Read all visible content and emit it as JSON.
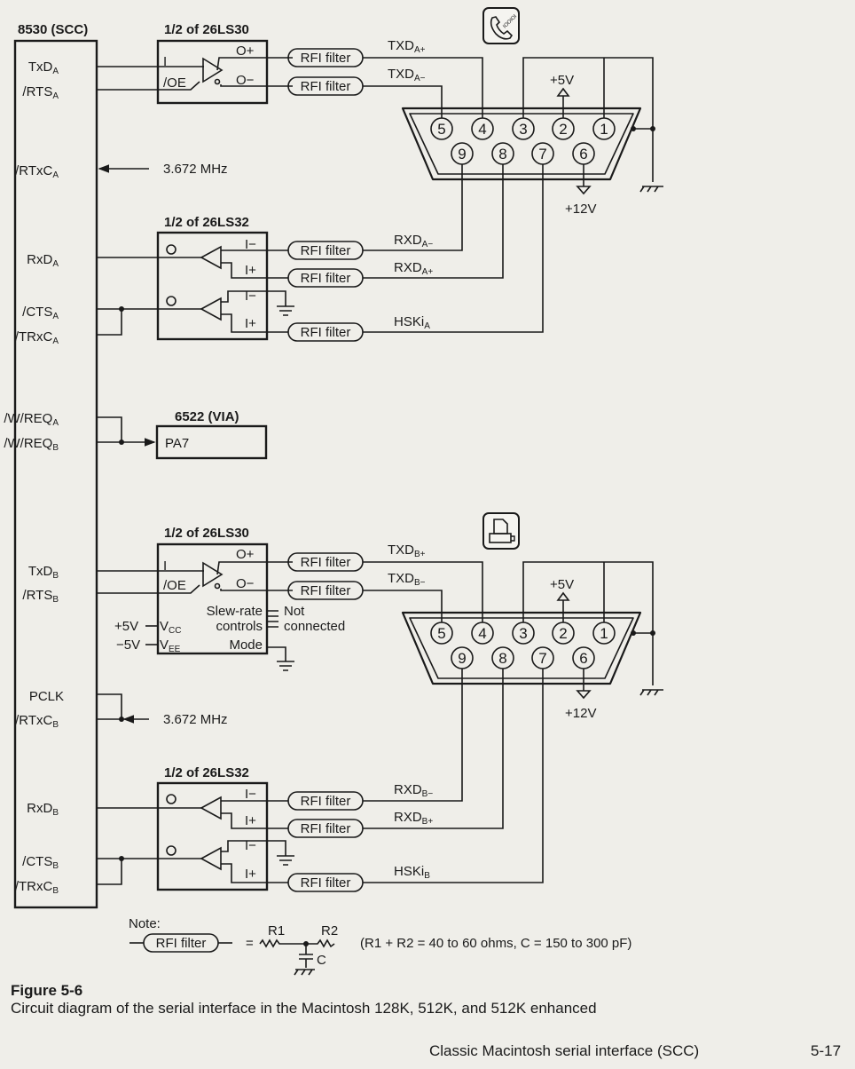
{
  "scc": {
    "title": "8530 (SCC)",
    "pins_a": {
      "txd": "TxD",
      "txd_sub": "A",
      "rts": "/RTS",
      "rts_sub": "A",
      "rtxc": "/RTxC",
      "rtxc_sub": "A",
      "rxd": "RxD",
      "rxd_sub": "A",
      "cts": "/CTS",
      "cts_sub": "A",
      "trxc": "/TRxC",
      "trxc_sub": "A",
      "wreq": "/W/REQ",
      "wreq_sub": "A"
    },
    "pins_b": {
      "wreq": "/W/REQ",
      "wreq_sub": "B",
      "txd": "TxD",
      "txd_sub": "B",
      "rts": "/RTS",
      "rts_sub": "B",
      "pclk": "PCLK",
      "rtxc": "/RTxC",
      "rtxc_sub": "B",
      "rxd": "RxD",
      "rxd_sub": "B",
      "cts": "/CTS",
      "cts_sub": "B",
      "trxc": "/TRxC",
      "trxc_sub": "B"
    }
  },
  "clock": "3.672 MHz",
  "driver": {
    "title": "1/2 of 26LS30",
    "in_label": "I",
    "oe_label": "/OE",
    "out_plus": "O+",
    "out_minus": "O−",
    "slew1": "Slew-rate",
    "slew2": "controls",
    "nc1": "Not",
    "nc2": "connected",
    "vcc_supply": "+5V",
    "vcc": "V",
    "vcc_sub": "CC",
    "vee_supply": "−5V",
    "vee": "V",
    "vee_sub": "EE",
    "mode": "Mode"
  },
  "receiver": {
    "title": "1/2 of 26LS32",
    "out": "O",
    "in_minus": "I−",
    "in_plus": "I+"
  },
  "via": {
    "title": "6522 (VIA)",
    "pin": "PA7"
  },
  "rfi_label": "RFI filter",
  "signals_a": {
    "txd_plus": "TXD",
    "txd_plus_sub": "A+",
    "txd_minus": "TXD",
    "txd_minus_sub": "A−",
    "rxd_minus": "RXD",
    "rxd_minus_sub": "A−",
    "rxd_plus": "RXD",
    "rxd_plus_sub": "A+",
    "hski": "HSKi",
    "hski_sub": "A"
  },
  "signals_b": {
    "txd_plus": "TXD",
    "txd_plus_sub": "B+",
    "txd_minus": "TXD",
    "txd_minus_sub": "B−",
    "rxd_minus": "RXD",
    "rxd_minus_sub": "B−",
    "rxd_plus": "RXD",
    "rxd_plus_sub": "B+",
    "hski": "HSKi",
    "hski_sub": "B"
  },
  "connector": {
    "pins_top": [
      "5",
      "4",
      "3",
      "2",
      "1"
    ],
    "pins_bottom": [
      "9",
      "8",
      "7",
      "6"
    ],
    "plus5": "+5V",
    "plus12": "+12V"
  },
  "ports": {
    "a_icon": "modem-port-icon",
    "b_icon": "printer-port-icon"
  },
  "note": {
    "label": "Note:",
    "r1": "R1",
    "r2": "R2",
    "c": "C",
    "eq": "=",
    "text": "(R1 + R2 = 40 to 60 ohms, C = 150 to 300 pF)"
  },
  "caption": {
    "title": "Figure 5-6",
    "text": "Circuit diagram of the serial interface in the Macintosh 128K, 512K, and 512K enhanced"
  },
  "footer": {
    "section": "Classic Macintosh serial interface (SCC)",
    "page": "5-17"
  }
}
